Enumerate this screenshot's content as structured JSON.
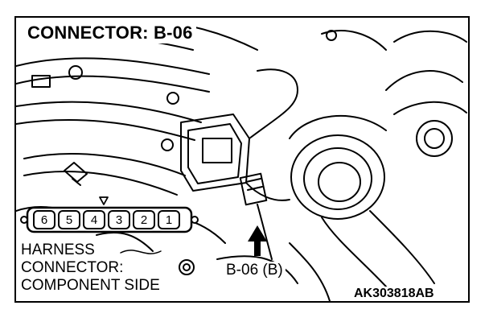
{
  "title": "CONNECTOR: B-06",
  "harness_label": [
    "HARNESS",
    "CONNECTOR:",
    "COMPONENT SIDE"
  ],
  "callout_label": "B-06 (B)",
  "figure_code": "AK303818AB",
  "connector_pins": [
    "6",
    "5",
    "4",
    "3",
    "2",
    "1"
  ],
  "colors": {
    "ink": "#000000",
    "paper": "#ffffff"
  }
}
